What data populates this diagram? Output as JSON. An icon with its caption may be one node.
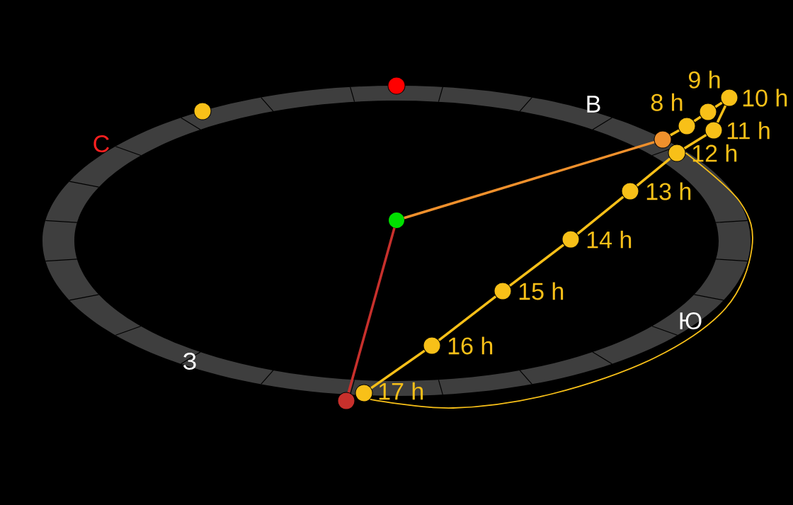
{
  "diagram": {
    "nodes": [
      {
        "text": [],
        "shape": "pin"
      },
      {
        "text": [],
        "shape": "circle"
      },
      {
        "text": [],
        "shape": "circle"
      },
      {
        "text": [],
        "shape": "circle",
        "beside": [
          "8 h"
        ]
      },
      {
        "text": [],
        "shape": "circle",
        "beside": [
          "9 h"
        ]
      },
      {
        "text": [],
        "shape": "circle",
        "beside": [
          "10 h"
        ]
      },
      {
        "text": [],
        "shape": "circle",
        "beside": [
          "11 h"
        ]
      },
      {
        "text": [],
        "shape": "circle",
        "beside": [
          "12 h"
        ]
      },
      {
        "text": [],
        "shape": "circle",
        "beside": [
          "13 h"
        ]
      },
      {
        "text": [],
        "shape": "circle",
        "beside": [
          "14 h"
        ]
      },
      {
        "text": [],
        "shape": "circle",
        "beside": [
          "15 h"
        ]
      },
      {
        "text": [],
        "shape": "circle",
        "beside": [
          "16 h"
        ]
      },
      {
        "text": [],
        "shape": "circle",
        "beside": [
          "17 h"
        ]
      },
      {
        "text": [],
        "shape": "circle"
      },
      {
        "text": [],
        "shape": "circle"
      }
    ],
    "edges": [
      {
        "from": 0,
        "to": 1,
        "arrow": "none",
        "color": "#f0902c"
      },
      {
        "from": 0,
        "to": 2,
        "arrow": "none",
        "color": "#c8302c"
      },
      {
        "from": 1,
        "to": 3,
        "arrow": "none"
      },
      {
        "from": 3,
        "to": 4,
        "arrow": "none"
      },
      {
        "from": 4,
        "to": 5,
        "arrow": "none"
      },
      {
        "from": 5,
        "to": 6,
        "arrow": "none"
      },
      {
        "from": 6,
        "to": 7,
        "arrow": "none"
      },
      {
        "from": 7,
        "to": 8,
        "arrow": "none"
      },
      {
        "from": 8,
        "to": 9,
        "arrow": "none"
      },
      {
        "from": 9,
        "to": 10,
        "arrow": "none"
      },
      {
        "from": 10,
        "to": 11,
        "arrow": "none"
      },
      {
        "from": 11,
        "to": 12,
        "arrow": "none"
      },
      {
        "from": 7,
        "to": 12,
        "arrow": "none"
      }
    ],
    "labels": [
      "С",
      "В",
      "Ю",
      "З"
    ]
  }
}
